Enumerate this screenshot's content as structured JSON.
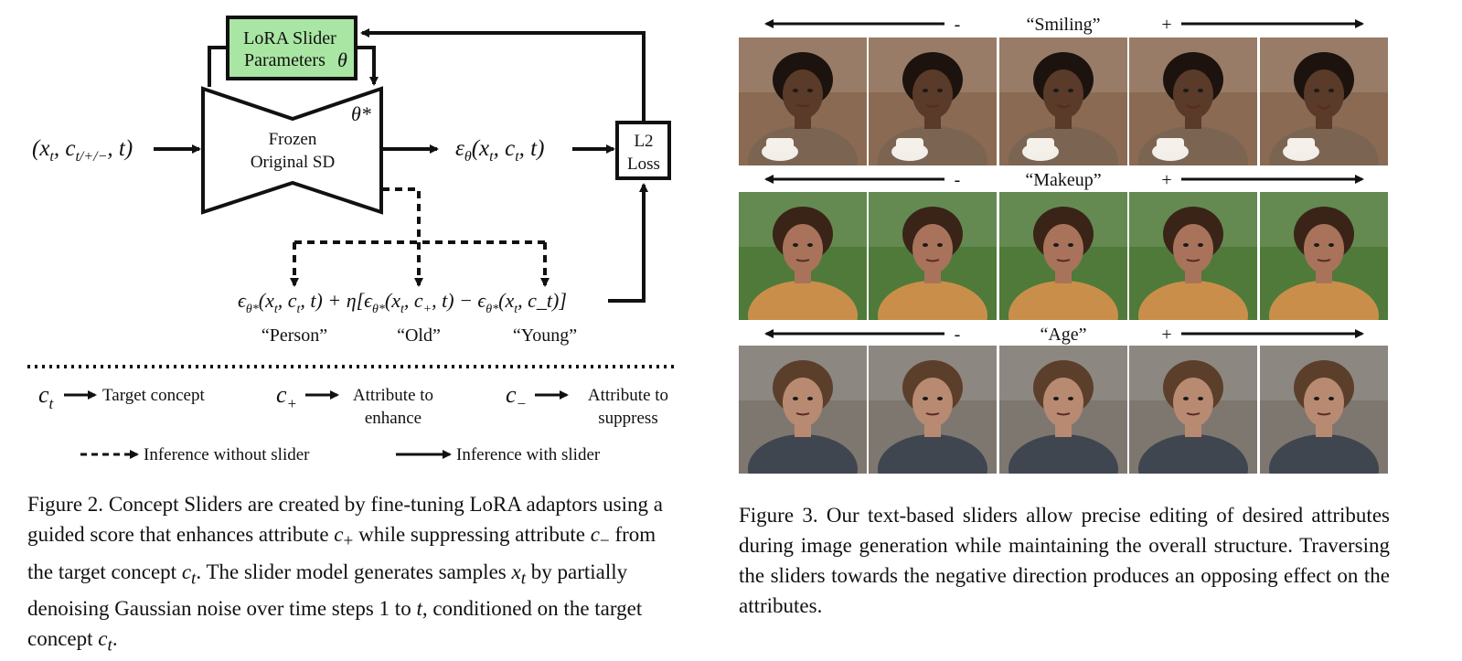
{
  "figure2": {
    "lora_box": {
      "line1": "LoRA Slider",
      "line2": "Parameters",
      "theta": "θ"
    },
    "frozen": {
      "line1": "Frozen",
      "line2": "Original SD",
      "theta_star": "θ*"
    },
    "input_label": "(x",
    "output_label": "ε",
    "loss_box": {
      "line1": "L2",
      "line2": "Loss"
    },
    "guided_terms": [
      "“Person”",
      "“Old”",
      "“Young”"
    ],
    "legend": {
      "ct": "Target concept",
      "cplus_line1": "Attribute to",
      "cplus_line2": "enhance",
      "cminus_line1": "Attribute to",
      "cminus_line2": "suppress",
      "dashed": "Inference without slider",
      "solid": "Inference with slider"
    },
    "caption": {
      "label": "Figure 2.",
      "p1": "Concept Sliders are created by fine-tuning LoRA adaptors using a guided score that enhances attribute",
      "p2": "while suppressing attribute",
      "p3": "from the target concept",
      "p4": ". The slider model generates samples",
      "p5": "by partially denoising Gaussian noise over time steps 1 to",
      "p6": ", conditioned on the target concept",
      "p7": "."
    }
  },
  "figure3": {
    "sliders": [
      {
        "label": "“Smiling”",
        "minus": "-",
        "plus": "+"
      },
      {
        "label": "“Makeup”",
        "minus": "-",
        "plus": "+"
      },
      {
        "label": "“Age”",
        "minus": "-",
        "plus": "+"
      }
    ],
    "caption": {
      "label": "Figure 3.",
      "text": "Our text-based sliders allow precise editing of desired attributes during image generation while maintaining the overall structure. Traversing the sliders towards the negative direction produces an opposing effect on the attributes."
    }
  },
  "colors": {
    "lora_fill": "#a9e6a3",
    "ink": "#111111",
    "cafe_bg": "#8a6a52",
    "forest_bg": "#4f7a3a",
    "street_bg": "#7e7770"
  }
}
